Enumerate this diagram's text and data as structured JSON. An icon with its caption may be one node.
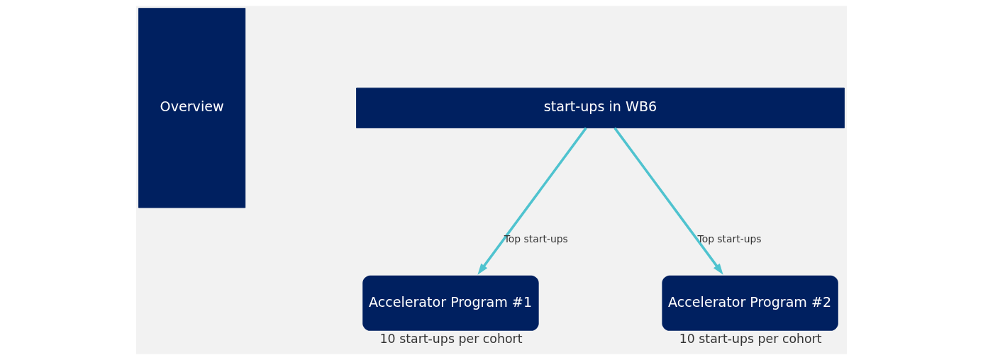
{
  "diagram": {
    "nodes": [
      {
        "text": [
          "Overview"
        ]
      },
      {
        "text": [
          "start-ups in WB6"
        ]
      },
      {
        "text": [
          "Accelerator Program #1"
        ],
        "beside": [
          "10 start-ups per cohort"
        ]
      },
      {
        "text": [
          "Accelerator Program #2"
        ],
        "beside": [
          "10 start-ups per cohort"
        ]
      }
    ],
    "edges": [
      {
        "from": 1,
        "to": 2,
        "arrow": "to",
        "label": "Top start-ups"
      },
      {
        "from": 1,
        "to": 3,
        "arrow": "to",
        "label": "Top start-ups"
      }
    ]
  }
}
